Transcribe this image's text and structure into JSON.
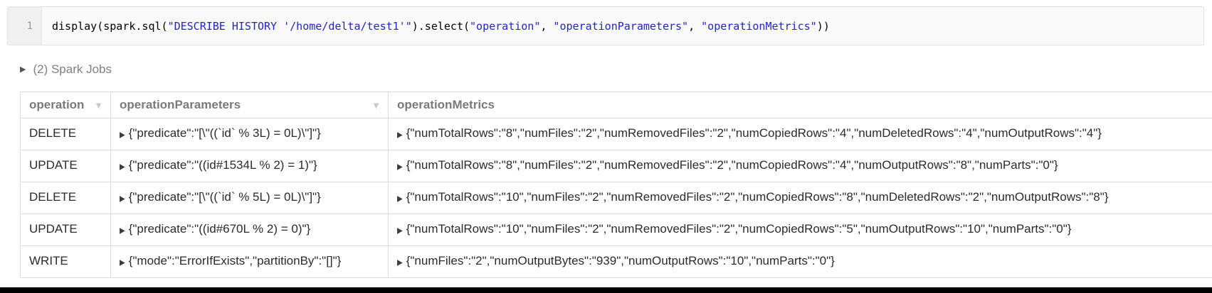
{
  "code_cell": {
    "line_number": "1",
    "segments": [
      {
        "type": "plain",
        "text": "display(spark.sql("
      },
      {
        "type": "string",
        "text": "\"DESCRIBE HISTORY '/home/delta/test1'\""
      },
      {
        "type": "plain",
        "text": ").select("
      },
      {
        "type": "string",
        "text": "\"operation\""
      },
      {
        "type": "plain",
        "text": ", "
      },
      {
        "type": "string",
        "text": "\"operationParameters\""
      },
      {
        "type": "plain",
        "text": ", "
      },
      {
        "type": "string",
        "text": "\"operationMetrics\""
      },
      {
        "type": "plain",
        "text": "))"
      }
    ]
  },
  "spark_jobs": {
    "label": "(2) Spark Jobs"
  },
  "icons": {
    "collapse_triangle": "▶",
    "sort_triangle": "▼",
    "expander_triangle": "▶"
  },
  "results_table": {
    "columns": [
      {
        "label": "operation",
        "sortable": true
      },
      {
        "label": "operationParameters",
        "sortable": true
      },
      {
        "label": "operationMetrics",
        "sortable": false
      }
    ],
    "rows": [
      {
        "operation": "DELETE",
        "parameters": "{\"predicate\":\"[\\\"((`id` % 3L) = 0L)\\\"]\"}",
        "metrics": "{\"numTotalRows\":\"8\",\"numFiles\":\"2\",\"numRemovedFiles\":\"2\",\"numCopiedRows\":\"4\",\"numDeletedRows\":\"4\",\"numOutputRows\":\"4\"}"
      },
      {
        "operation": "UPDATE",
        "parameters": "{\"predicate\":\"((id#1534L % 2) = 1)\"}",
        "metrics": "{\"numTotalRows\":\"8\",\"numFiles\":\"2\",\"numRemovedFiles\":\"2\",\"numCopiedRows\":\"4\",\"numOutputRows\":\"8\",\"numParts\":\"0\"}"
      },
      {
        "operation": "DELETE",
        "parameters": "{\"predicate\":\"[\\\"((`id` % 5L) = 0L)\\\"]\"}",
        "metrics": "{\"numTotalRows\":\"10\",\"numFiles\":\"2\",\"numRemovedFiles\":\"2\",\"numCopiedRows\":\"8\",\"numDeletedRows\":\"2\",\"numOutputRows\":\"8\"}"
      },
      {
        "operation": "UPDATE",
        "parameters": "{\"predicate\":\"((id#670L % 2) = 0)\"}",
        "metrics": "{\"numTotalRows\":\"10\",\"numFiles\":\"2\",\"numRemovedFiles\":\"2\",\"numCopiedRows\":\"5\",\"numOutputRows\":\"10\",\"numParts\":\"0\"}"
      },
      {
        "operation": "WRITE",
        "parameters": "{\"mode\":\"ErrorIfExists\",\"partitionBy\":\"[]\"}",
        "metrics": "{\"numFiles\":\"2\",\"numOutputBytes\":\"939\",\"numOutputRows\":\"10\",\"numParts\":\"0\"}"
      }
    ]
  },
  "colors": {
    "code_string": "#2323cd",
    "header_text": "#7a7a7a",
    "table_border": "#dcdcdc"
  }
}
